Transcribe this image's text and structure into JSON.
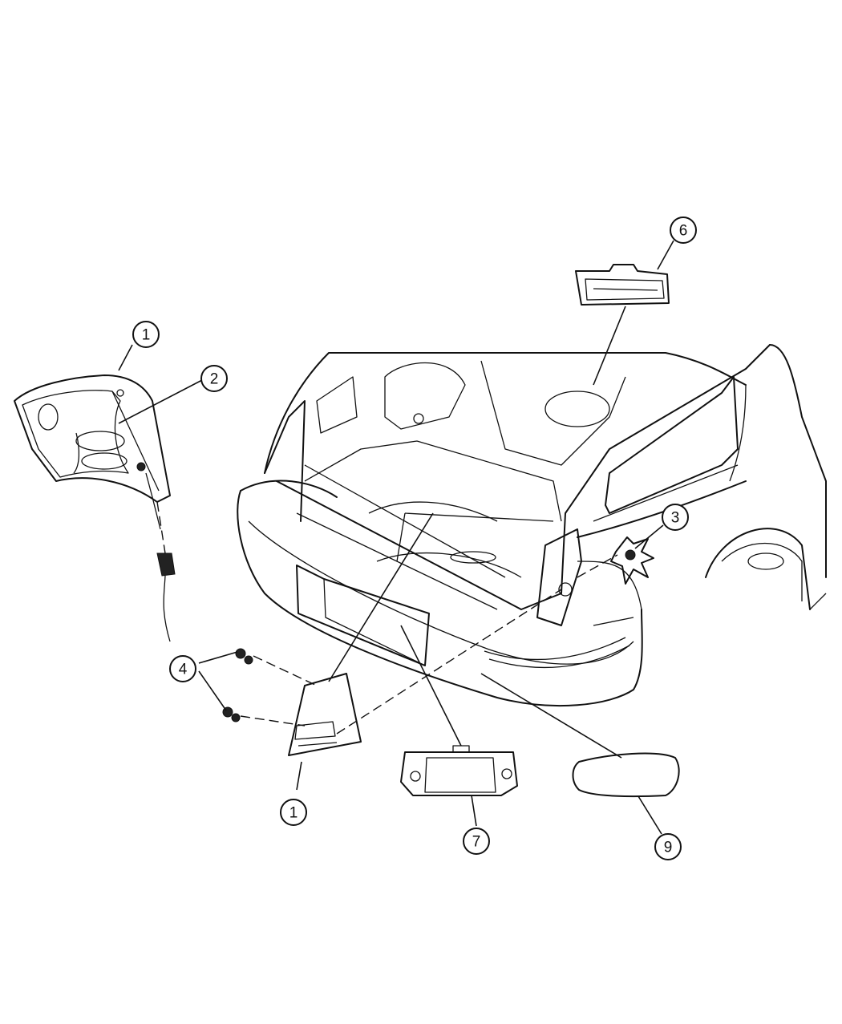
{
  "callouts": [
    {
      "id": "1-upper",
      "label": "1"
    },
    {
      "id": "2",
      "label": "2"
    },
    {
      "id": "3",
      "label": "3"
    },
    {
      "id": "4",
      "label": "4"
    },
    {
      "id": "1-lower",
      "label": "1"
    },
    {
      "id": "6",
      "label": "6"
    },
    {
      "id": "7",
      "label": "7"
    },
    {
      "id": "9",
      "label": "9"
    }
  ]
}
